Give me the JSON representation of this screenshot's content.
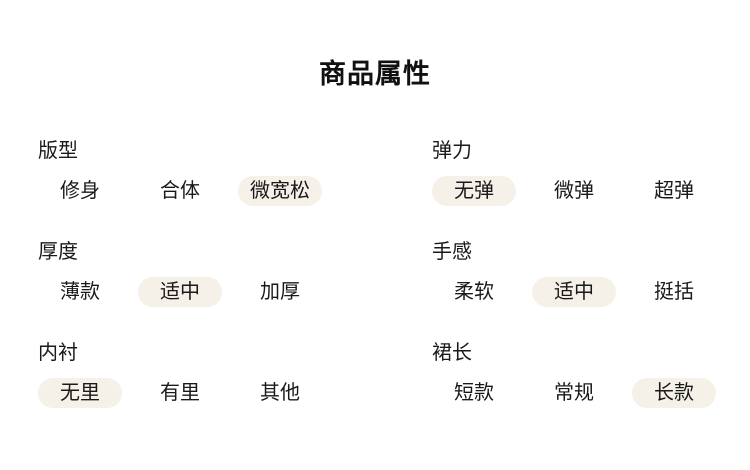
{
  "page": {
    "title": "商品属性",
    "background_color": "#ffffff",
    "text_color": "#1a1a1a",
    "selected_pill_color": "#f5f1e9"
  },
  "groups": [
    {
      "label": "版型",
      "options": [
        {
          "text": "修身",
          "selected": false
        },
        {
          "text": "合体",
          "selected": false
        },
        {
          "text": "微宽松",
          "selected": true
        }
      ]
    },
    {
      "label": "弹力",
      "options": [
        {
          "text": "无弹",
          "selected": true
        },
        {
          "text": "微弹",
          "selected": false
        },
        {
          "text": "超弹",
          "selected": false
        }
      ]
    },
    {
      "label": "厚度",
      "options": [
        {
          "text": "薄款",
          "selected": false
        },
        {
          "text": "适中",
          "selected": true
        },
        {
          "text": "加厚",
          "selected": false
        }
      ]
    },
    {
      "label": "手感",
      "options": [
        {
          "text": "柔软",
          "selected": false
        },
        {
          "text": "适中",
          "selected": true
        },
        {
          "text": "挺括",
          "selected": false
        }
      ]
    },
    {
      "label": "内衬",
      "options": [
        {
          "text": "无里",
          "selected": true
        },
        {
          "text": "有里",
          "selected": false
        },
        {
          "text": "其他",
          "selected": false
        }
      ]
    },
    {
      "label": "裙长",
      "options": [
        {
          "text": "短款",
          "selected": false
        },
        {
          "text": "常规",
          "selected": false
        },
        {
          "text": "长款",
          "selected": true
        }
      ]
    }
  ]
}
